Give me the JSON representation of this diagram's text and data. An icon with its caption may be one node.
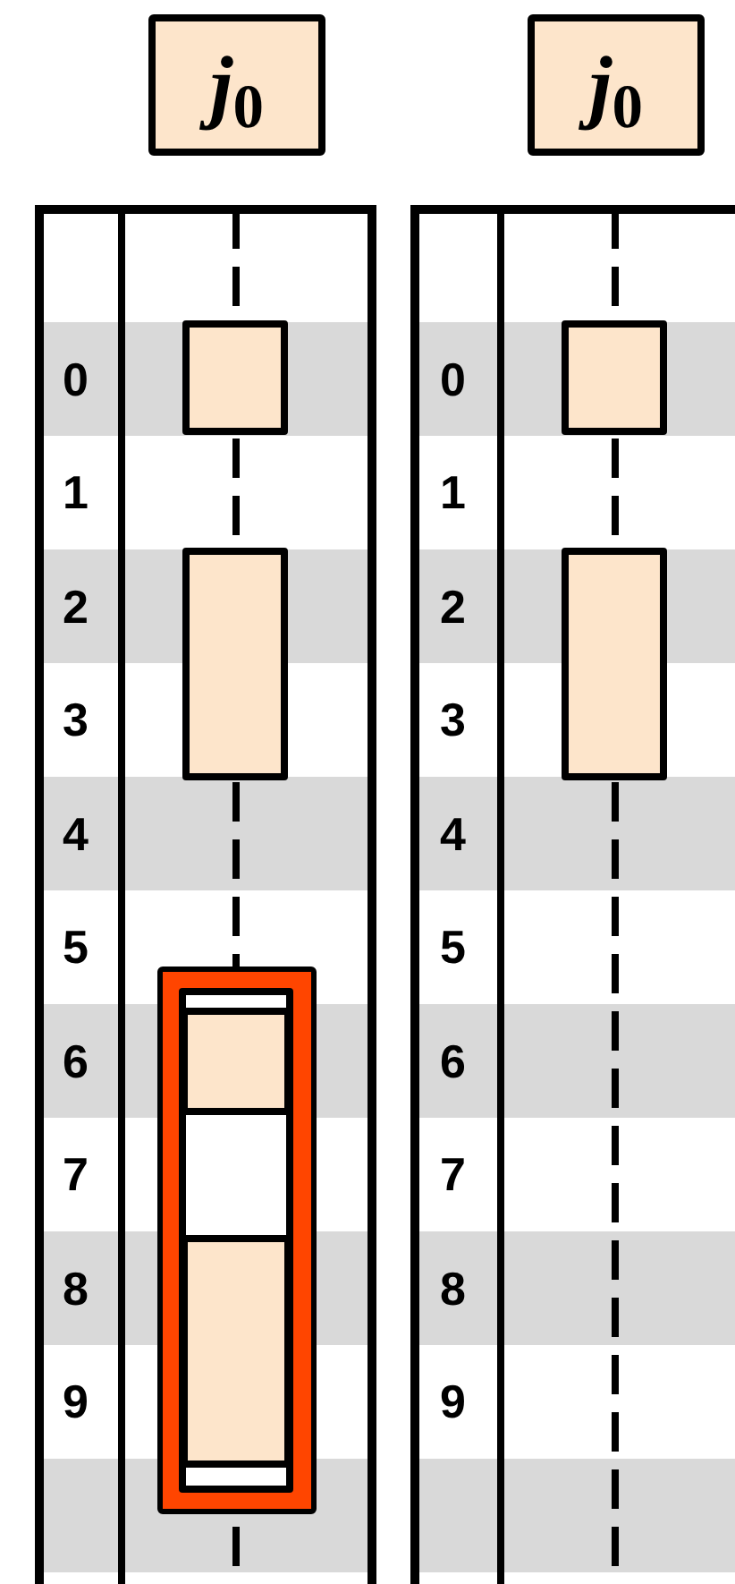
{
  "diagram": {
    "nodes": [
      {
        "text": [
          "*j*$_{0}$"
        ]
      },
      {
        "text": [
          "*j*$_{0}$"
        ]
      },
      {
        "text": [],
        "shape": "box"
      },
      {
        "text": [],
        "shape": "box"
      },
      {
        "text": [],
        "shape": "box"
      },
      {
        "text": [],
        "shape": "box",
        "in": 4
      },
      {
        "text": [],
        "shape": "box",
        "in": 5
      },
      {
        "text": [],
        "shape": "box",
        "in": 5
      },
      {
        "text": [],
        "shape": "box"
      },
      {
        "text": [],
        "shape": "box"
      }
    ],
    "labels": [
      "0",
      "1",
      "2",
      "3",
      "4",
      "5",
      "6",
      "7",
      "8",
      "9",
      "0",
      "1",
      "2",
      "3",
      "4",
      "5",
      "6",
      "7",
      "8",
      "9"
    ]
  }
}
